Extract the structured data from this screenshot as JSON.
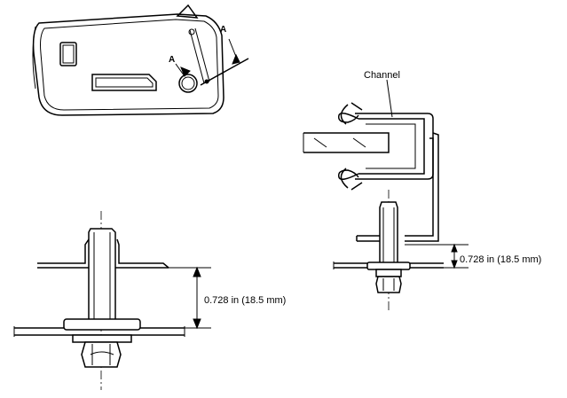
{
  "figure": {
    "section_marker_left": "A",
    "section_marker_right": "A",
    "channel_label": "Channel",
    "dimension_left": "0.728 in (18.5 mm)",
    "dimension_right": "0.728 in (18.5 mm)"
  }
}
